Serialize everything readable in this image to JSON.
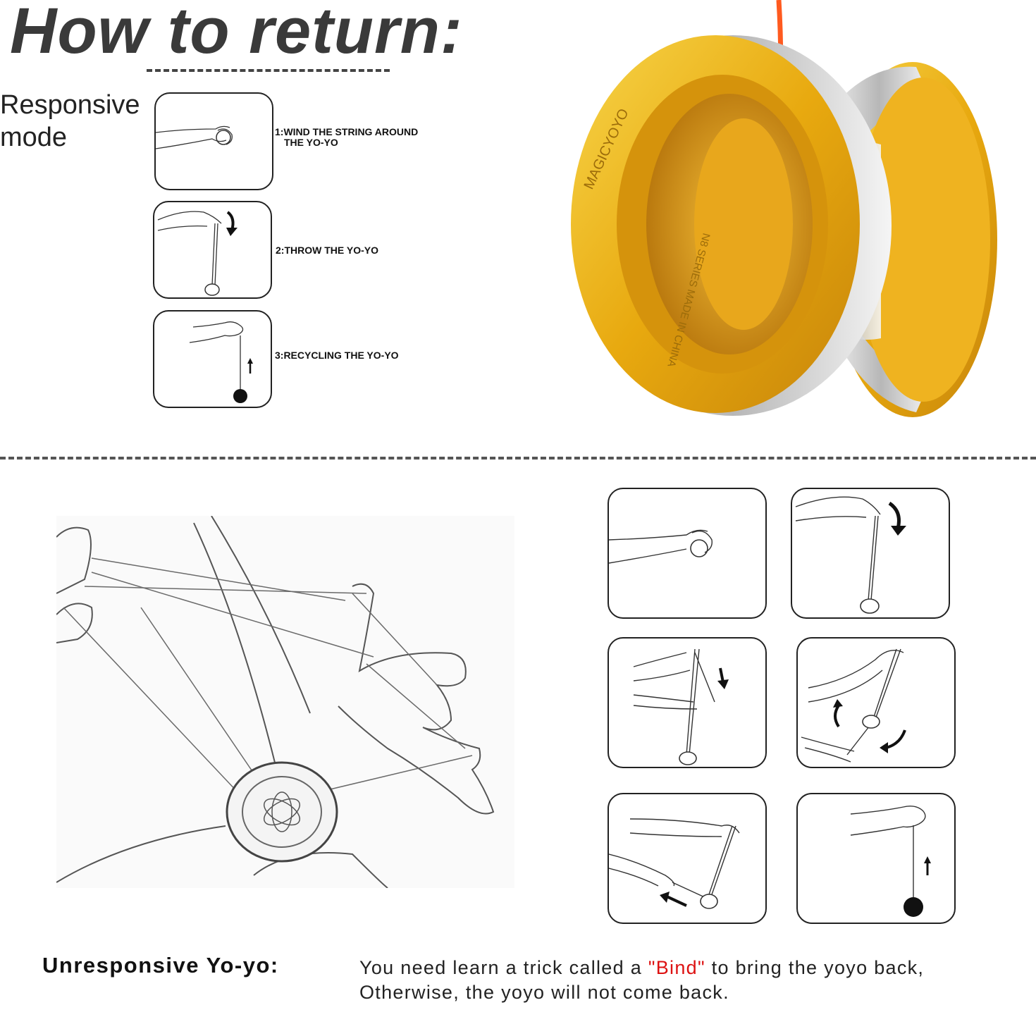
{
  "header": {
    "title": "How to return:",
    "mode_label": "Responsive mode"
  },
  "responsive_steps": [
    {
      "line1": "1:WIND THE STRING AROUND",
      "line2": "THE YO-YO"
    },
    {
      "line1": "2:THROW THE YO-YO",
      "line2": ""
    },
    {
      "line1": "3:RECYCLING THE YO-YO",
      "line2": ""
    }
  ],
  "product": {
    "brand_text": "MAGICYOYO",
    "series_text": "N8 SERIES MADE IN CHINA",
    "colors": {
      "gold": "#e8a90f",
      "silver": "#c9c9c9",
      "string": "#ff5a1f"
    }
  },
  "unresponsive": {
    "label": "Unresponsive Yo-yo:",
    "text_before": "You need learn a trick called a ",
    "bind_word": "\"Bind\"",
    "text_after": " to bring the yoyo back,",
    "line2": "Otherwise, the yoyo will not come back.",
    "highlight_color": "#d11111"
  }
}
